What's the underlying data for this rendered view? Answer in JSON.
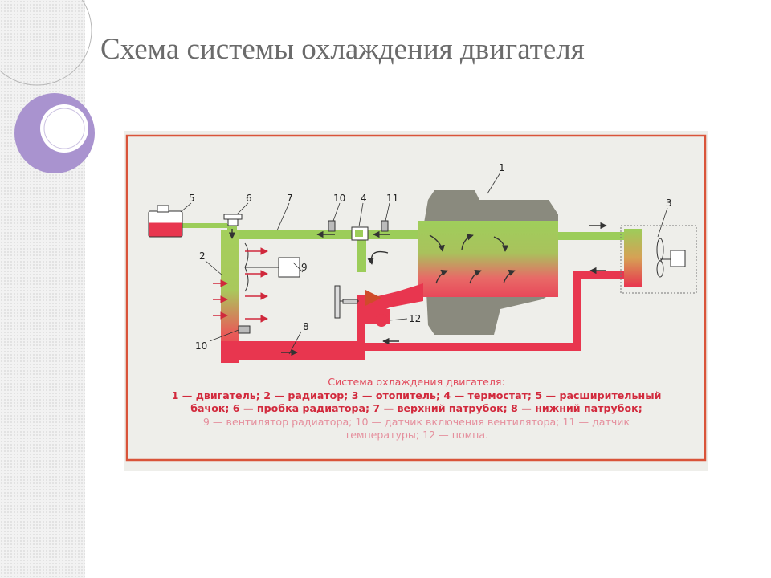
{
  "slide": {
    "title": "Схема системы охлаждения двигателя"
  },
  "diagram": {
    "part_numbers": {
      "engine": "1",
      "radiator": "2",
      "heater": "3",
      "thermostat": "4",
      "expansion_tank": "5",
      "radiator_cap": "6",
      "upper_hose": "7",
      "lower_hose": "8",
      "radiator_fan": "9",
      "fan_switch_sensor_top": "10",
      "fan_switch_sensor_bottom": "10",
      "temperature_sensor": "11",
      "water_pump": "12"
    },
    "caption": {
      "title": "Система охлаждения двигателя:",
      "line1": "1 — двигатель; 2 — радиатор; 3 — отопитель; 4 — термостат; 5 — расширительный",
      "line2": "бачок; 6 — пробка радиатора; 7 — верхний патрубок; 8 — нижний патрубок;",
      "line3": "9 — вентилятор радиатора; 10 — датчик включения вентилятора; 11 — датчик",
      "line4": "температуры; 12 — помпа."
    },
    "colors": {
      "hot": "#e8364f",
      "cold": "#9ccd5a",
      "frame": "#d9543a",
      "engine_block": "#8a8a7e",
      "caption_red": "#d22a3d"
    }
  }
}
